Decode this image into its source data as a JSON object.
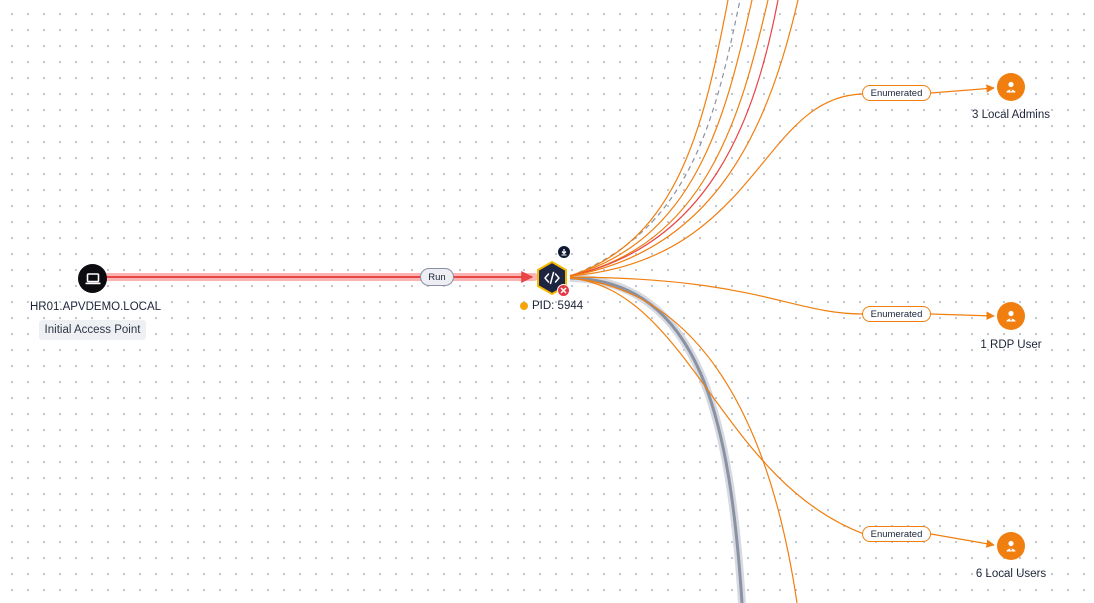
{
  "colors": {
    "edge_orange": "#f07f10",
    "edge_red": "#e84545",
    "edge_gray": "#8a91a3",
    "host_bg": "#0b0b10",
    "process_hex": "#1d2540",
    "process_border": "#f5b800",
    "error_badge": "#e23b45",
    "status_dot": "#f5a40b"
  },
  "host": {
    "name": "HR01.APVDEMO.LOCAL",
    "tag": "Initial Access Point",
    "icon": "laptop-icon"
  },
  "run_edge": {
    "label": "Run"
  },
  "process": {
    "pid_label": "PID: 5944",
    "icon": "code-icon",
    "badges": [
      "download-icon",
      "error-x-icon"
    ]
  },
  "groups": [
    {
      "label": "3 Local Admins",
      "edge_label": "Enumerated",
      "icon": "users-icon"
    },
    {
      "label": "1 RDP User",
      "edge_label": "Enumerated",
      "icon": "users-icon"
    },
    {
      "label": "6 Local Users",
      "edge_label": "Enumerated",
      "icon": "users-icon"
    }
  ]
}
